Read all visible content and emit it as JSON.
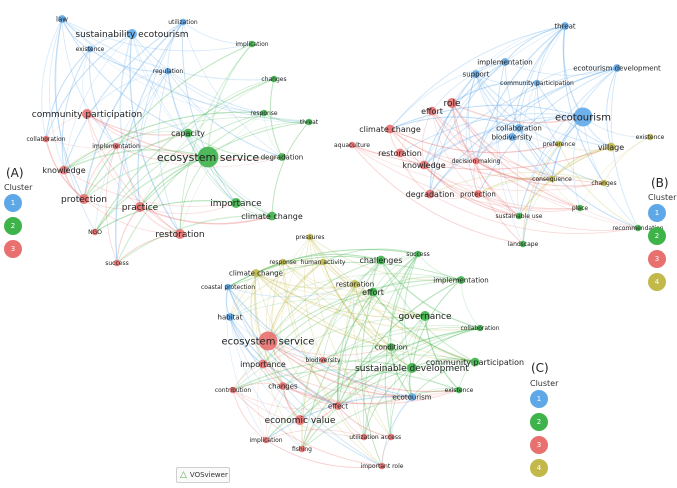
{
  "colors": {
    "1": "#5fa8e8",
    "2": "#3db34a",
    "3": "#e8706f",
    "4": "#c2b94a"
  },
  "panels": [
    {
      "id": "A",
      "label": "(A)",
      "legend_title": "Cluster",
      "clusters": [
        "1",
        "2",
        "3"
      ],
      "nodes": [
        {
          "t": "law",
          "c": "1",
          "s": 7
        },
        {
          "t": "utilization",
          "c": "1",
          "s": 6
        },
        {
          "t": "sustainability ecotourism",
          "c": "1",
          "s": 9
        },
        {
          "t": "existence",
          "c": "1",
          "s": 6
        },
        {
          "t": "implication",
          "c": "2",
          "s": 6
        },
        {
          "t": "regulation",
          "c": "1",
          "s": 6
        },
        {
          "t": "changes",
          "c": "2",
          "s": 6
        },
        {
          "t": "community participation",
          "c": "3",
          "s": 9
        },
        {
          "t": "response",
          "c": "2",
          "s": 6
        },
        {
          "t": "threat",
          "c": "2",
          "s": 6
        },
        {
          "t": "collaboration",
          "c": "3",
          "s": 6
        },
        {
          "t": "capacity",
          "c": "2",
          "s": 8
        },
        {
          "t": "implementation",
          "c": "3",
          "s": 6
        },
        {
          "t": "ecosystem service",
          "c": "2",
          "s": 11
        },
        {
          "t": "degradation",
          "c": "2",
          "s": 7
        },
        {
          "t": "knowledge",
          "c": "3",
          "s": 8
        },
        {
          "t": "protection",
          "c": "3",
          "s": 9
        },
        {
          "t": "practice",
          "c": "3",
          "s": 9
        },
        {
          "t": "importance",
          "c": "2",
          "s": 9
        },
        {
          "t": "climate change",
          "c": "2",
          "s": 8
        },
        {
          "t": "NGO",
          "c": "3",
          "s": 6
        },
        {
          "t": "restoration",
          "c": "3",
          "s": 9
        },
        {
          "t": "success",
          "c": "3",
          "s": 6
        }
      ]
    },
    {
      "id": "B",
      "label": "(B)",
      "legend_title": "Cluster",
      "clusters": [
        "1",
        "2",
        "3",
        "4"
      ],
      "nodes": [
        {
          "t": "threat",
          "c": "1",
          "s": 7
        },
        {
          "t": "implementation",
          "c": "1",
          "s": 7
        },
        {
          "t": "support",
          "c": "1",
          "s": 7
        },
        {
          "t": "ecotourism development",
          "c": "1",
          "s": 7
        },
        {
          "t": "community participation",
          "c": "1",
          "s": 6
        },
        {
          "t": "role",
          "c": "3",
          "s": 9
        },
        {
          "t": "effort",
          "c": "3",
          "s": 8
        },
        {
          "t": "ecotourism",
          "c": "1",
          "s": 10
        },
        {
          "t": "collaboration",
          "c": "1",
          "s": 7
        },
        {
          "t": "climate change",
          "c": "3",
          "s": 8
        },
        {
          "t": "biodiversity",
          "c": "1",
          "s": 7
        },
        {
          "t": "existence",
          "c": "4",
          "s": 6
        },
        {
          "t": "aquaculture",
          "c": "3",
          "s": 6
        },
        {
          "t": "preference",
          "c": "4",
          "s": 6
        },
        {
          "t": "village",
          "c": "4",
          "s": 8
        },
        {
          "t": "restoration",
          "c": "3",
          "s": 8
        },
        {
          "t": "decision making",
          "c": "3",
          "s": 6
        },
        {
          "t": "knowledge",
          "c": "3",
          "s": 8
        },
        {
          "t": "consequence",
          "c": "4",
          "s": 6
        },
        {
          "t": "changes",
          "c": "4",
          "s": 6
        },
        {
          "t": "degradation",
          "c": "3",
          "s": 8
        },
        {
          "t": "protection",
          "c": "3",
          "s": 7
        },
        {
          "t": "sustainable use",
          "c": "2",
          "s": 6
        },
        {
          "t": "place",
          "c": "2",
          "s": 6
        },
        {
          "t": "recommendation",
          "c": "2",
          "s": 6
        },
        {
          "t": "landscape",
          "c": "2",
          "s": 6
        }
      ]
    },
    {
      "id": "C",
      "label": "(C)",
      "legend_title": "Cluster",
      "clusters": [
        "1",
        "2",
        "3",
        "4"
      ],
      "nodes": [
        {
          "t": "pressures",
          "c": "4",
          "s": 6
        },
        {
          "t": "success",
          "c": "2",
          "s": 6
        },
        {
          "t": "response",
          "c": "4",
          "s": 6
        },
        {
          "t": "human activity",
          "c": "4",
          "s": 6
        },
        {
          "t": "challenges",
          "c": "2",
          "s": 8
        },
        {
          "t": "climate change",
          "c": "4",
          "s": 7
        },
        {
          "t": "implementation",
          "c": "2",
          "s": 7
        },
        {
          "t": "coastal protection",
          "c": "1",
          "s": 6
        },
        {
          "t": "restoration",
          "c": "4",
          "s": 7
        },
        {
          "t": "effort",
          "c": "2",
          "s": 8
        },
        {
          "t": "governance",
          "c": "2",
          "s": 9
        },
        {
          "t": "habitat",
          "c": "1",
          "s": 7
        },
        {
          "t": "collaboration",
          "c": "2",
          "s": 6
        },
        {
          "t": "ecosystem service",
          "c": "3",
          "s": 10
        },
        {
          "t": "condition",
          "c": "2",
          "s": 7
        },
        {
          "t": "importance",
          "c": "3",
          "s": 8
        },
        {
          "t": "biodiversity",
          "c": "3",
          "s": 6
        },
        {
          "t": "community participation",
          "c": "2",
          "s": 8
        },
        {
          "t": "sustainable development",
          "c": "2",
          "s": 9
        },
        {
          "t": "changes",
          "c": "3",
          "s": 7
        },
        {
          "t": "existence",
          "c": "2",
          "s": 6
        },
        {
          "t": "contribution",
          "c": "3",
          "s": 6
        },
        {
          "t": "ecotourism",
          "c": "1",
          "s": 7
        },
        {
          "t": "economic value",
          "c": "3",
          "s": 9
        },
        {
          "t": "effect",
          "c": "3",
          "s": 7
        },
        {
          "t": "utilization",
          "c": "3",
          "s": 6
        },
        {
          "t": "access",
          "c": "3",
          "s": 6
        },
        {
          "t": "implication",
          "c": "3",
          "s": 6
        },
        {
          "t": "fishing",
          "c": "3",
          "s": 6
        },
        {
          "t": "important role",
          "c": "3",
          "s": 6
        }
      ]
    }
  ],
  "logo": {
    "label": "VOSviewer"
  }
}
